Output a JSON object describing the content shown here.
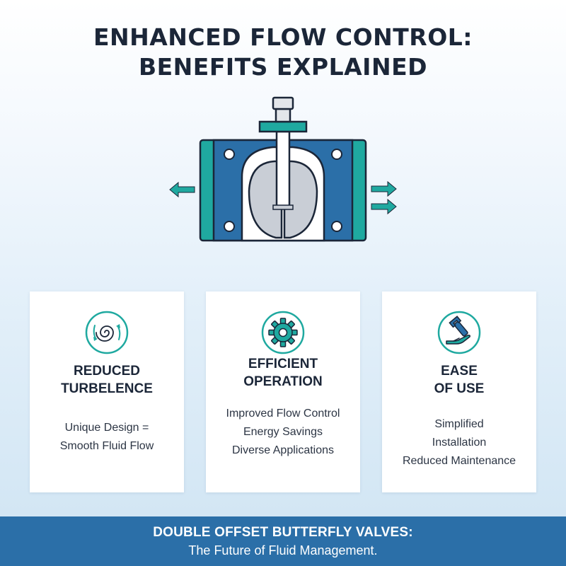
{
  "header": {
    "title_line1": "ENHANCED FLOW CONTROL:",
    "title_line2": "BENEFITS EXPLAINED"
  },
  "diagram": {
    "icon": "butterfly-valve-cross-section"
  },
  "cards": [
    {
      "icon": "swirl-flow-icon",
      "heading_line1": "REDUCED",
      "heading_line2": "TURBELENCE",
      "body": [
        "Unique Design =",
        "Smooth Fluid Flow"
      ]
    },
    {
      "icon": "gear-icon",
      "heading_line1": "EFFICIENT",
      "heading_line2": "OPERATION",
      "body": [
        "Improved Flow Control",
        "Energy Savings",
        "Diverse Applications"
      ]
    },
    {
      "icon": "wrench-hand-icon",
      "heading_line1": "EASE",
      "heading_line2": "OF USE",
      "body": [
        "Simplified",
        "Installation",
        "Reduced Maintenance"
      ]
    }
  ],
  "footer": {
    "line1": "DOUBLE OFFSET BUTTERFLY VALVES:",
    "line2": "The Future of Fluid Management."
  },
  "colors": {
    "navy_text": "#1b2638",
    "teal": "#1fa9a0",
    "blue": "#2b6fa8",
    "footer_bg": "#2b6fa8"
  }
}
